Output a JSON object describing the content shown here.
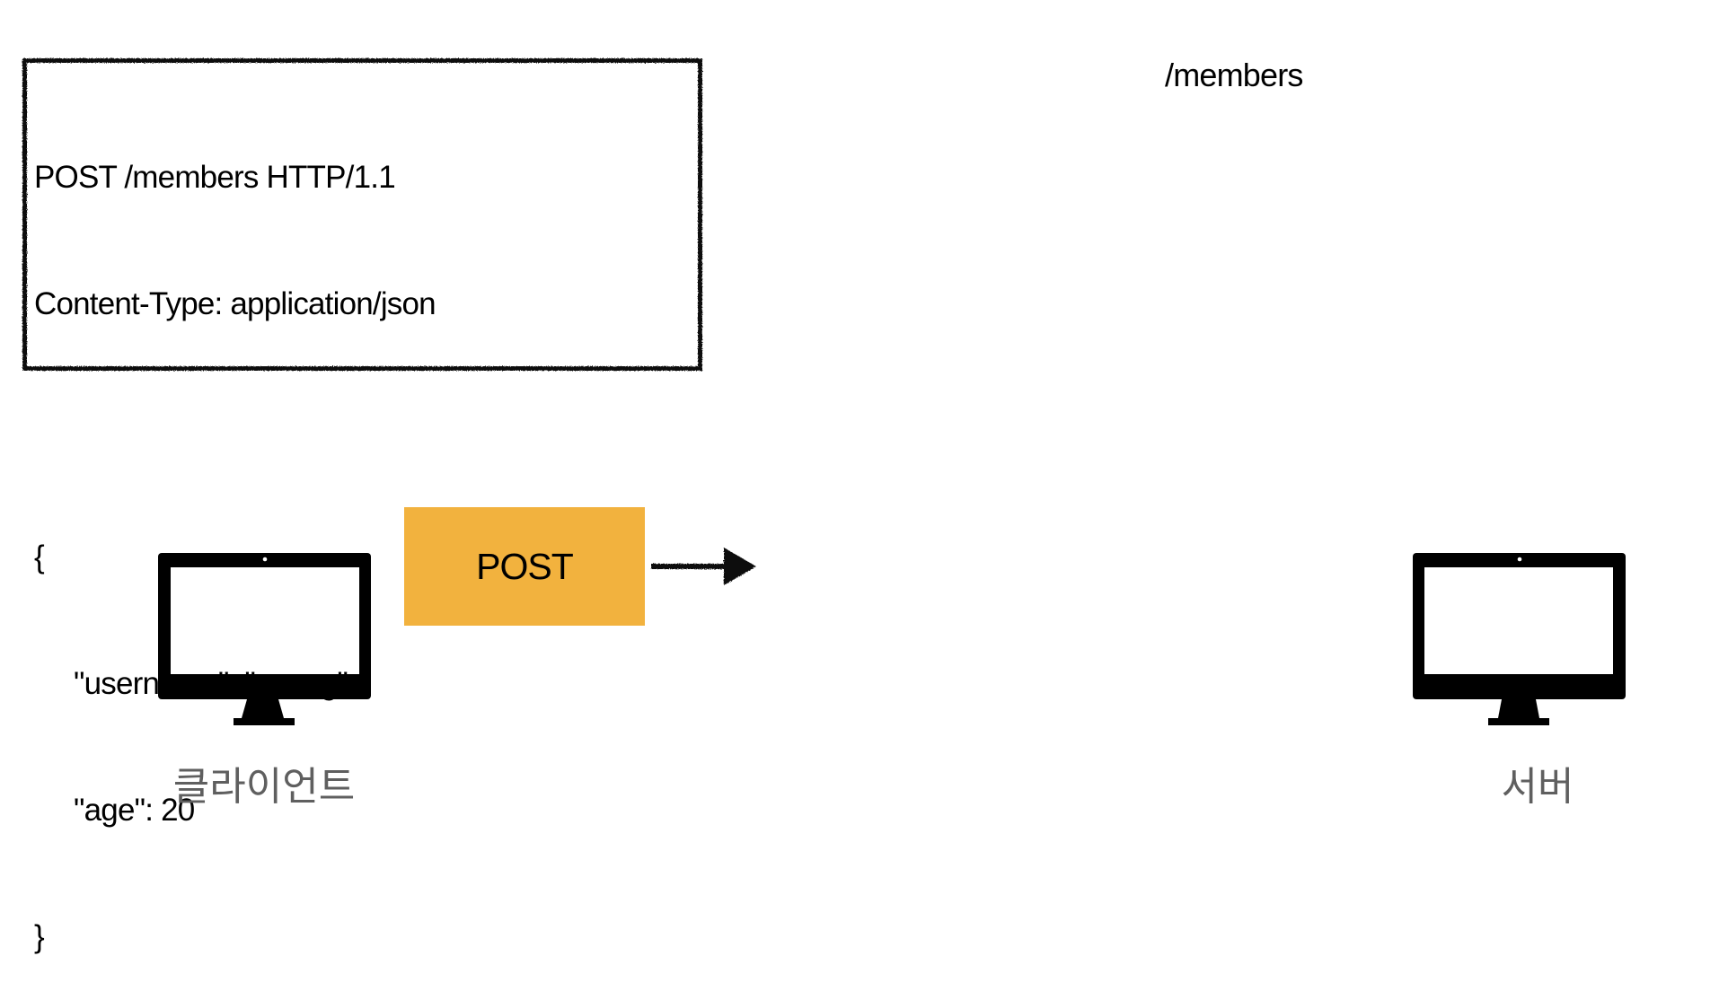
{
  "request_message": {
    "lines": [
      "POST /members HTTP/1.1",
      "Content-Type: application/json",
      "",
      "{",
      "\"username\": \"young\",",
      "\"age\": 20",
      "}"
    ]
  },
  "resource_path": "/members",
  "method": {
    "label": "POST",
    "color": "#F2B23E"
  },
  "nodes": {
    "client": {
      "label": "클라이언트",
      "icon": "monitor-icon"
    },
    "server": {
      "label": "서버",
      "icon": "monitor-icon"
    }
  },
  "colors": {
    "ink": "#000000",
    "label_gray": "#5f5f5f"
  }
}
